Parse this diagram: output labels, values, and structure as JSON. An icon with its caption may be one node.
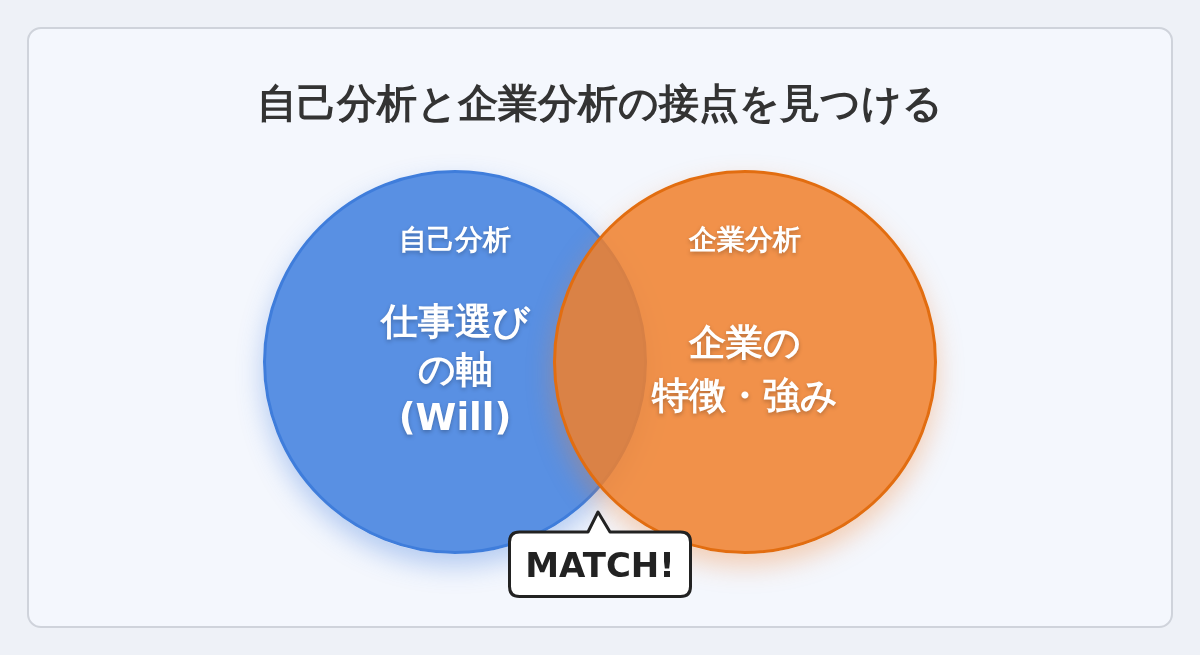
{
  "diagram": {
    "title": "自己分析と企業分析の接点を見つける",
    "nodes": [
      {
        "text": [
          "自己分析",
          "仕事選びの軸 (Will)"
        ]
      },
      {
        "text": [
          "企業分析",
          "企業の特徴・強み"
        ]
      },
      {
        "text": [
          "MATCH!"
        ]
      }
    ]
  }
}
